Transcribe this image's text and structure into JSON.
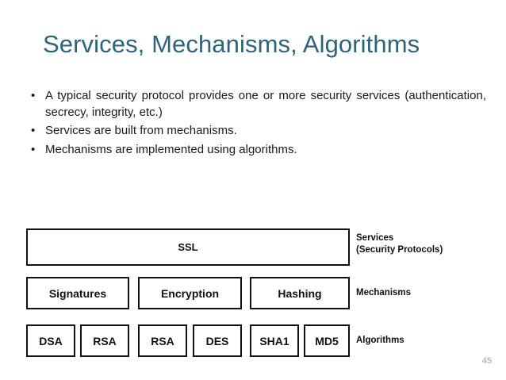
{
  "slide": {
    "title": "Services, Mechanisms, Algorithms",
    "page_number": "45",
    "title_color": "#2f6378",
    "page_number_color": "#b8b8b8",
    "box_border_color": "#111111",
    "background_color": "#ffffff"
  },
  "bullets": [
    {
      "marker": "•",
      "text": "A typical security protocol provides one or more security services (authentication, secrecy, integrity, etc.)"
    },
    {
      "marker": "•",
      "text": "Services are built from mechanisms."
    },
    {
      "marker": "•",
      "text": "Mechanisms are implemented using algorithms."
    }
  ],
  "diagram": {
    "rows": [
      {
        "name": "services",
        "side_label_line1": "Services",
        "side_label_line2": "(Security Protocols)",
        "boxes": [
          {
            "label": "SSL"
          }
        ]
      },
      {
        "name": "mechanisms",
        "side_label_line1": "Mechanisms",
        "side_label_line2": "",
        "boxes": [
          {
            "label": "Signatures"
          },
          {
            "label": "Encryption"
          },
          {
            "label": "Hashing"
          }
        ]
      },
      {
        "name": "algorithms",
        "side_label_line1": "Algorithms",
        "side_label_line2": "",
        "boxes": [
          {
            "label": "DSA"
          },
          {
            "label": "RSA"
          },
          {
            "label": "RSA"
          },
          {
            "label": "DES"
          },
          {
            "label": "SHA1"
          },
          {
            "label": "MD5"
          }
        ]
      }
    ]
  }
}
